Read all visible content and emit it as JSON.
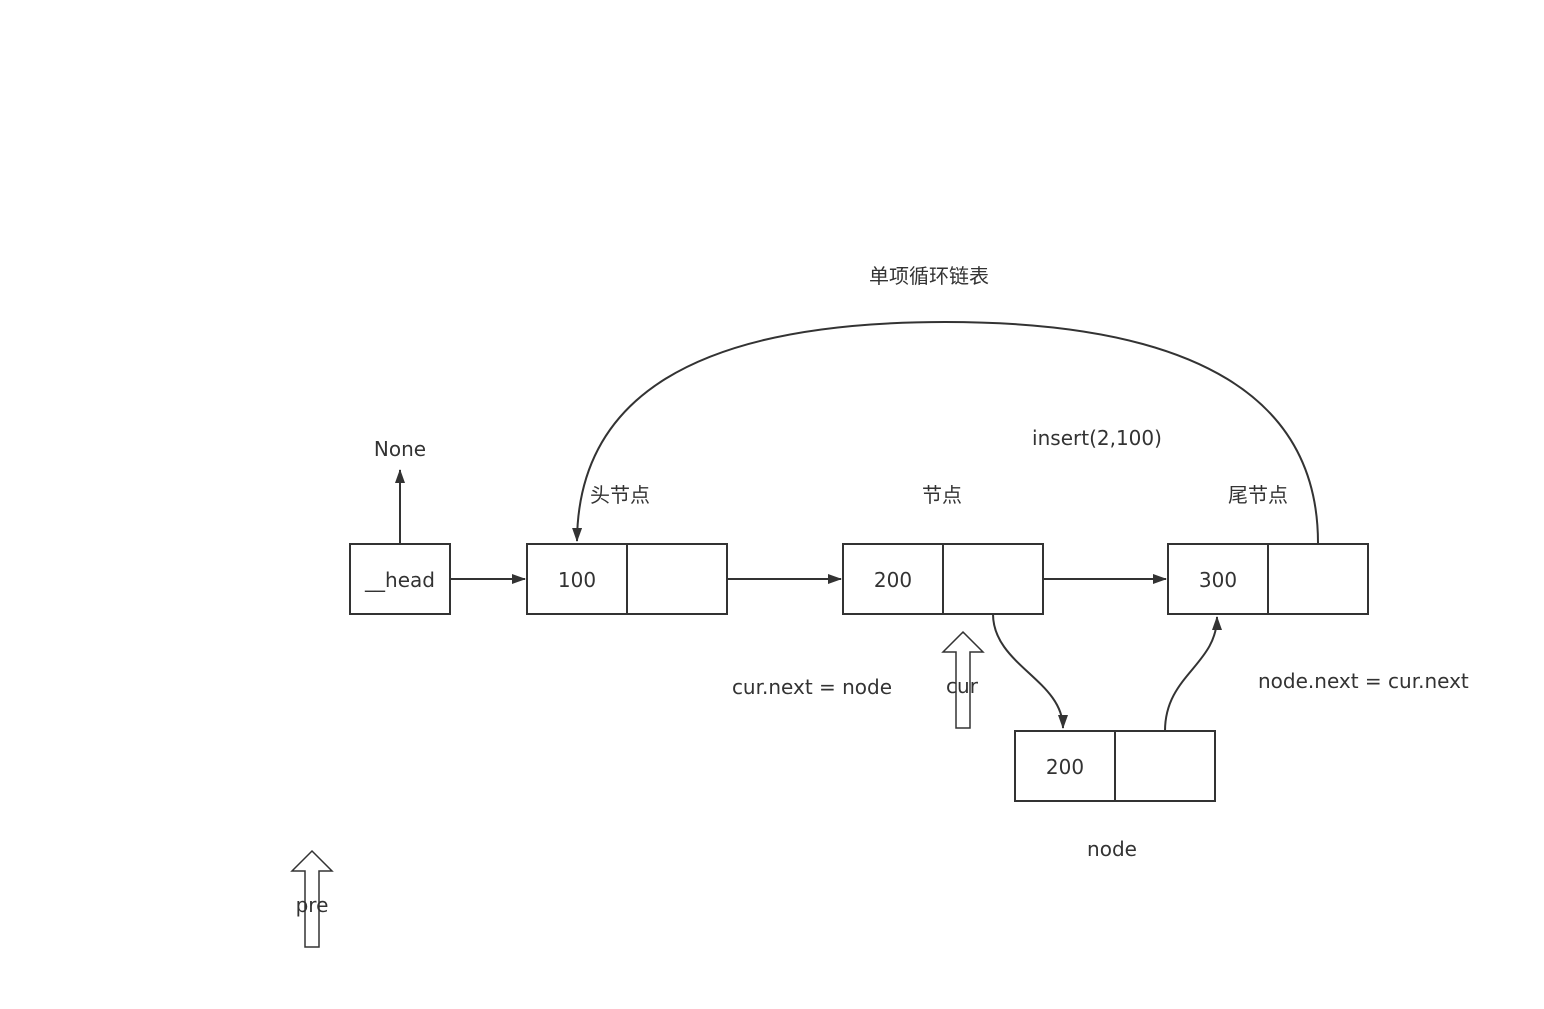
{
  "title": "单项循环链表",
  "operation": "insert(2,100)",
  "head": {
    "label": "__head",
    "points_to": "None"
  },
  "nodes": [
    {
      "caption": "头节点",
      "value": "100"
    },
    {
      "caption": "节点",
      "value": "200"
    },
    {
      "caption": "尾节点",
      "value": "300"
    }
  ],
  "new_node": {
    "value": "200",
    "caption": "node"
  },
  "annotations": {
    "cur_next": "cur.next = node",
    "node_next": "node.next = cur.next"
  },
  "pointers": {
    "cur": "cur",
    "pre": "pre"
  },
  "colors": {
    "stroke": "#333333",
    "background": "#ffffff"
  }
}
